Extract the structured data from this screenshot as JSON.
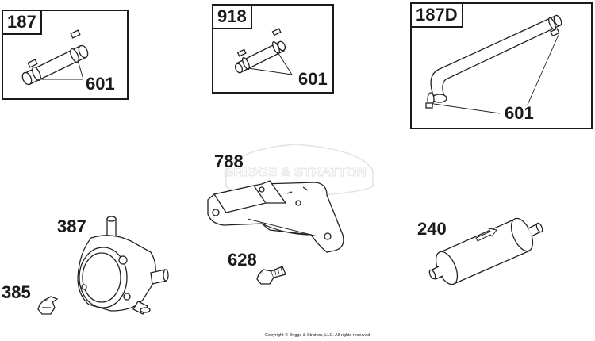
{
  "boxes": [
    {
      "tag": "187",
      "callout": "601"
    },
    {
      "tag": "918",
      "callout": "601"
    },
    {
      "tag": "187D",
      "callout": "601"
    }
  ],
  "parts": {
    "bracket": "788",
    "fuel_pump": "387",
    "pump_screw": "385",
    "bracket_screw": "628",
    "fuel_filter": "240"
  },
  "watermark": "BRIGGS & STRATTON",
  "copyright": "Copyright © Briggs & Stratton, LLC. All rights reserved."
}
